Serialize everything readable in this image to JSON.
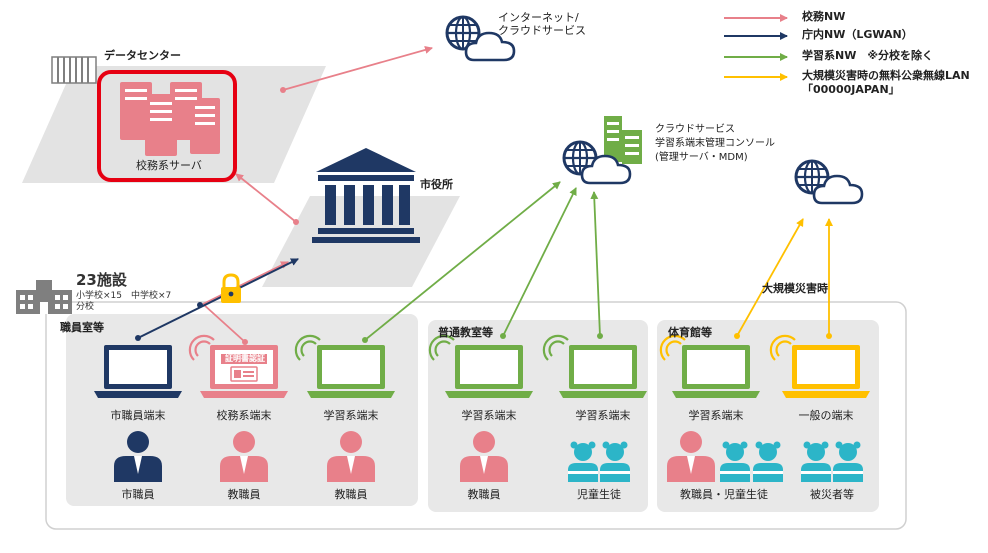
{
  "legend": {
    "items": [
      {
        "label": "校務NW",
        "color": "#e8808a"
      },
      {
        "label": "庁内NW（LGWAN）",
        "color": "#1f3864"
      },
      {
        "label": "学習系NW　※分校を除く",
        "color": "#70ad47"
      },
      {
        "label": "大規模災害時の無料公衆無線LAN",
        "label2": "「00000JAPAN」",
        "color": "#ffc000"
      }
    ]
  },
  "internet": {
    "line1": "インターネット/",
    "line2": "クラウドサービス"
  },
  "datacenter": {
    "title": "データセンター",
    "server_label": "校務系サーバ"
  },
  "cityhall": {
    "label": "市役所"
  },
  "cloud_mgmt": {
    "line1": "クラウドサービス",
    "line2": "学習系端末管理コンソール",
    "line3": "(管理サーバ・MDM)"
  },
  "facilities": {
    "title": "23施設",
    "line1": "小学校×15　中学校×7",
    "line2": "分校"
  },
  "disaster_label": "大規模災害時",
  "rooms": {
    "staff": {
      "title": "職員室等"
    },
    "classroom": {
      "title": "普通教室等"
    },
    "gym": {
      "title": "体育館等"
    }
  },
  "certificate_label": "証明書認証",
  "devices": [
    {
      "label": "市職員端末",
      "color": "#1f3864"
    },
    {
      "label": "校務系端末",
      "color": "#e8808a"
    },
    {
      "label": "学習系端末",
      "color": "#70ad47"
    },
    {
      "label": "学習系端末",
      "color": "#70ad47"
    },
    {
      "label": "学習系端末",
      "color": "#70ad47"
    },
    {
      "label": "学習系端末",
      "color": "#70ad47"
    },
    {
      "label": "一般の端末",
      "color": "#ffc000"
    }
  ],
  "people": [
    {
      "label": "市職員"
    },
    {
      "label": "教職員"
    },
    {
      "label": "教職員"
    },
    {
      "label": "教職員"
    },
    {
      "label": "児童生徒"
    },
    {
      "label": "教職員・児童生徒"
    },
    {
      "label": "被災者等"
    }
  ]
}
